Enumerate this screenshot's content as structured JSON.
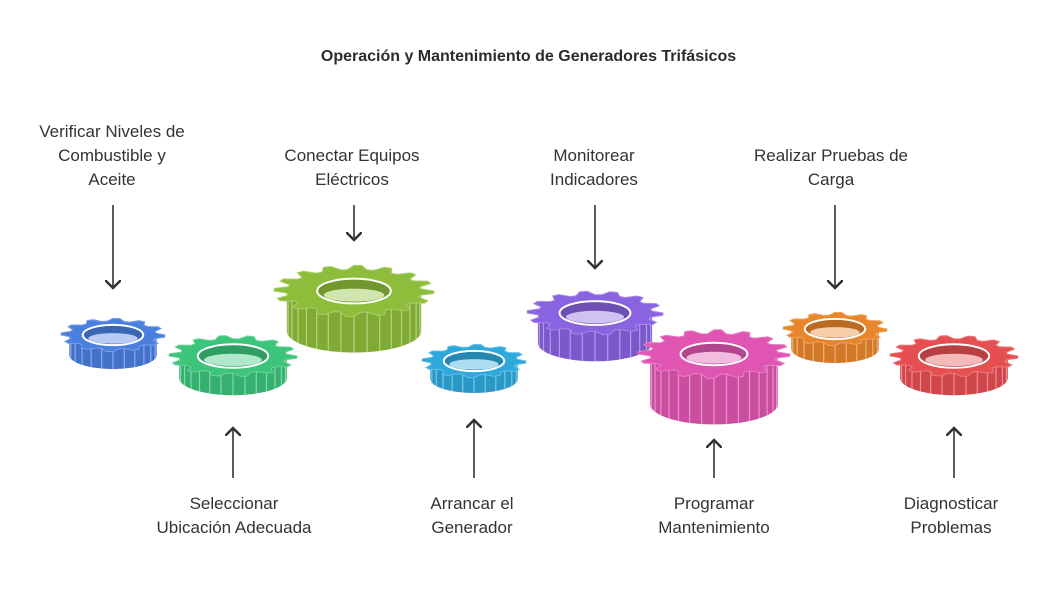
{
  "title": "Operación y Mantenimiento de Generadores Trifásicos",
  "colors": {
    "arrow": "#333333",
    "text": "#333333"
  },
  "gears": [
    {
      "id": "verificar",
      "label": "Verificar Niveles de\nCombustible y\nAceite",
      "color": "#4a7fe0",
      "position": "top"
    },
    {
      "id": "seleccionar",
      "label": "Seleccionar\nUbicación Adecuada",
      "color": "#3cc47a",
      "position": "bottom"
    },
    {
      "id": "conectar",
      "label": "Conectar Equipos\nEléctricos",
      "color": "#8dbd3a",
      "position": "top"
    },
    {
      "id": "arrancar",
      "label": "Arrancar el\nGenerador",
      "color": "#2fa9dc",
      "position": "bottom"
    },
    {
      "id": "monitorear",
      "label": "Monitorear\nIndicadores",
      "color": "#8a63e0",
      "position": "top"
    },
    {
      "id": "programar",
      "label": "Programar\nMantenimiento",
      "color": "#e055b2",
      "position": "bottom"
    },
    {
      "id": "realizar",
      "label": "Realizar Pruebas de\nCarga",
      "color": "#e8862b",
      "position": "top"
    },
    {
      "id": "diagnosticar",
      "label": "Diagnosticar\nProblemas",
      "color": "#e64f52",
      "position": "bottom"
    }
  ]
}
